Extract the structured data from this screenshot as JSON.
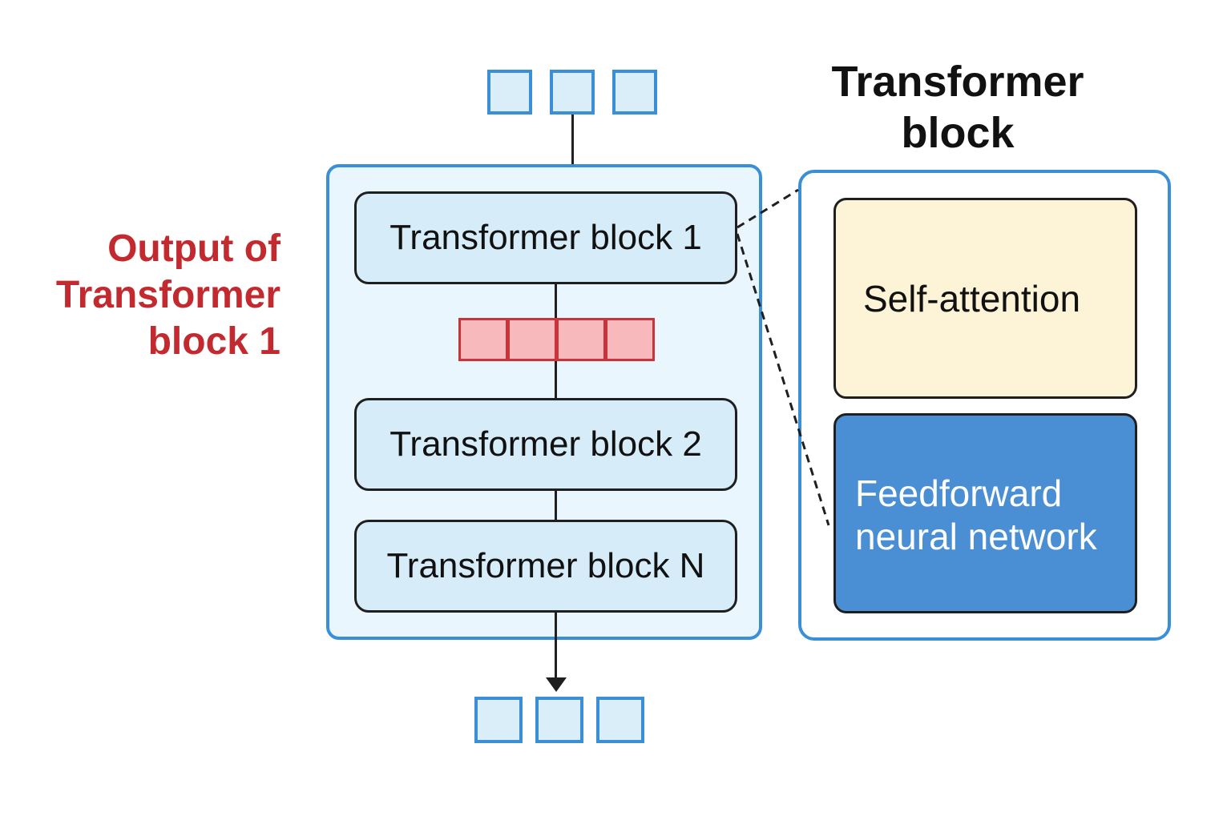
{
  "left_label": {
    "lines": [
      "Output of",
      "Transformer",
      "block 1"
    ]
  },
  "stack": {
    "blocks": [
      "Transformer block 1",
      "Transformer block 2",
      "Transformer block N"
    ]
  },
  "detail": {
    "title_lines": [
      "Transformer",
      "block"
    ],
    "self_attention": "Self-attention",
    "feedforward_lines": [
      "Feedforward",
      "neural network"
    ]
  },
  "colors": {
    "token_fill": "#d9eef9",
    "token_border": "#3b8fd6",
    "output_vector_fill": "#f8b9bd",
    "output_vector_border": "#c8343a",
    "label_red": "#c32a2f",
    "attention_fill": "#fdf4d8",
    "feedforward_fill": "#4a8fd4"
  }
}
